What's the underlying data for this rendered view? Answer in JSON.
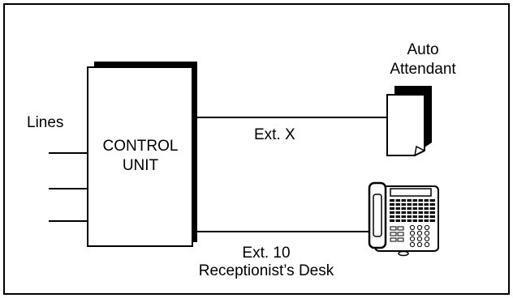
{
  "labels": {
    "lines": "Lines",
    "control_unit_line1": "CONTROL",
    "control_unit_line2": "UNIT",
    "auto_attendant_line1": "Auto",
    "auto_attendant_line2": "Attendant",
    "ext_x": "Ext. X",
    "ext_10": "Ext. 10",
    "receptionist_desk": "Receptionist’s Desk"
  },
  "colors": {
    "stroke": "#000000",
    "background": "#ffffff"
  },
  "icons": {
    "telephone": "desk-telephone-icon",
    "auto_attendant": "auto-attendant-device-icon"
  }
}
